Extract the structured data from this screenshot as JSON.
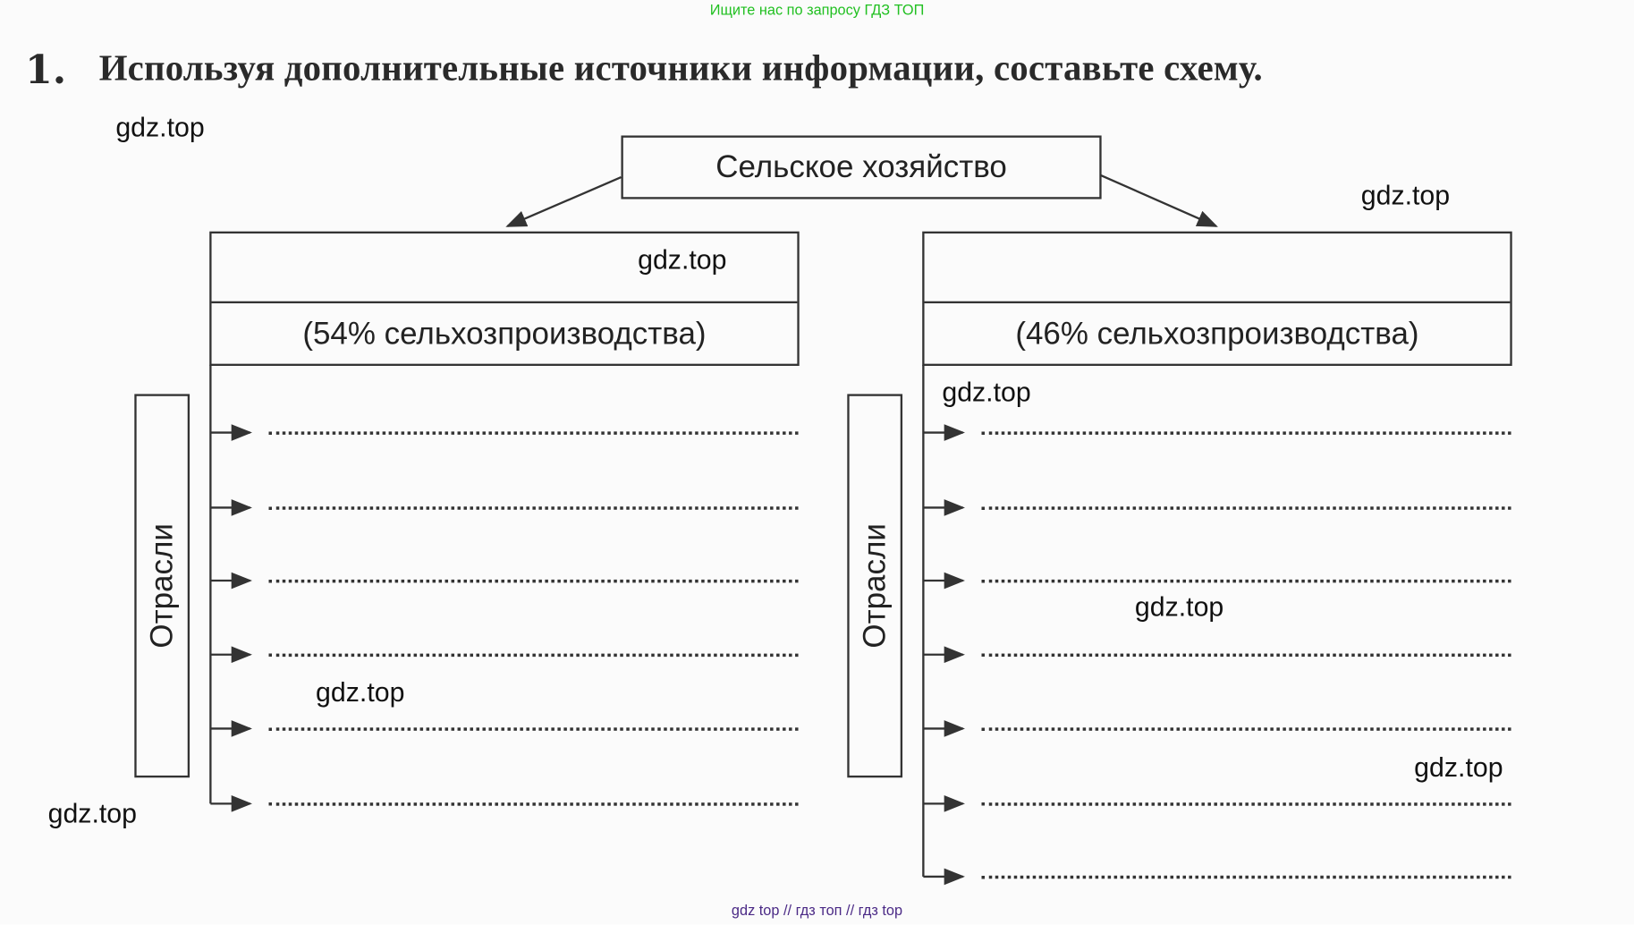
{
  "top_banner": "Ищите нас по запросу ГДЗ ТОП",
  "task": {
    "number": "1.",
    "text": "Используя дополнительные источники информации, составьте схему."
  },
  "scheme": {
    "root": "Сельское хозяйство",
    "left": {
      "share": "(54% сельхозпроизводства)",
      "branches_label": "Отрасли",
      "blank_lines": 6
    },
    "right": {
      "share": "(46% сельхозпроизводства)",
      "branches_label": "Отрасли",
      "blank_lines": 7
    }
  },
  "watermarks": [
    "gdz.top",
    "gdz.top",
    "gdz.top",
    "gdz.top",
    "gdz.top",
    "gdz.top",
    "gdz.top",
    "gdz.top"
  ],
  "footer": "gdz top  //  гдз топ  //  гдз top"
}
